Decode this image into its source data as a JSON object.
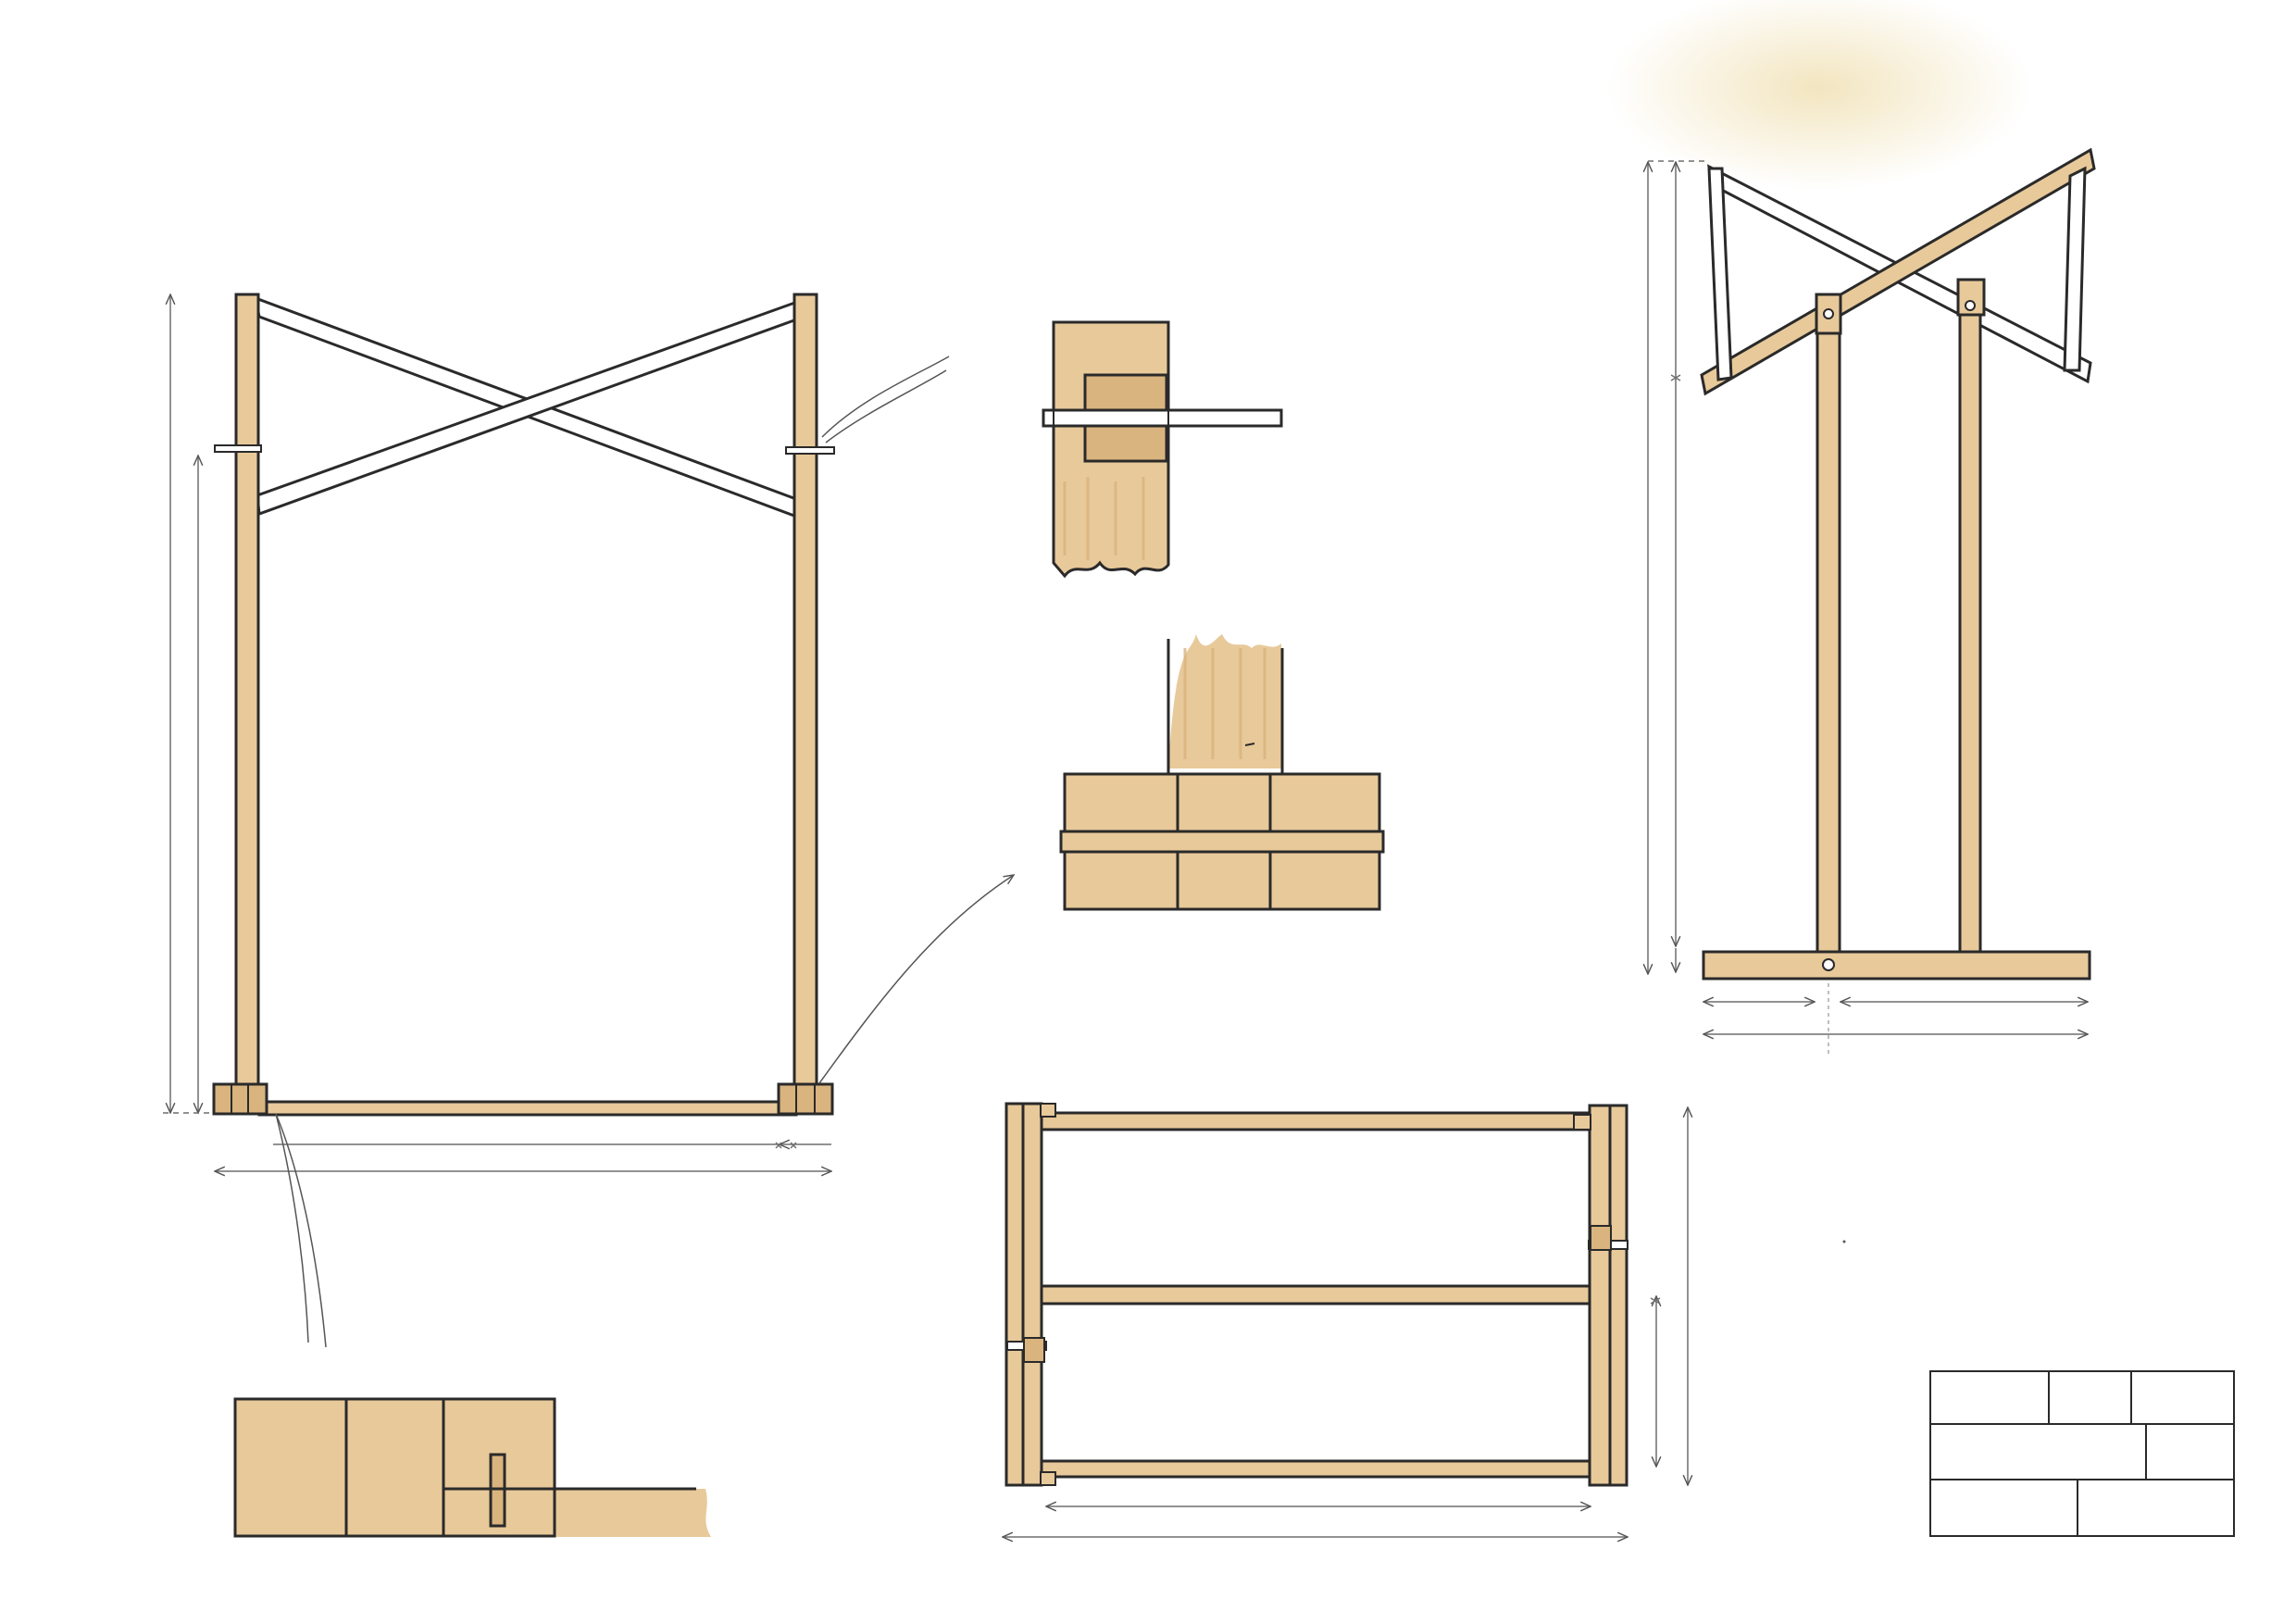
{
  "sheet": {
    "views": [
      "front-elevation",
      "cross-brace-joint-detail",
      "base-joint-detail",
      "foot-joint-detail",
      "side-elevation",
      "plan-view",
      "title-block"
    ]
  },
  "dimension_labels": {
    "plan_width": ""
  },
  "colors": {
    "wood": "#e8c99a",
    "wood_light": "#eed7ae",
    "wood_dark": "#d9b47e",
    "ink": "#2a2a2a",
    "pencil": "#6e6e6e",
    "background": "#ffffff",
    "stain": "#f3e7c4"
  }
}
